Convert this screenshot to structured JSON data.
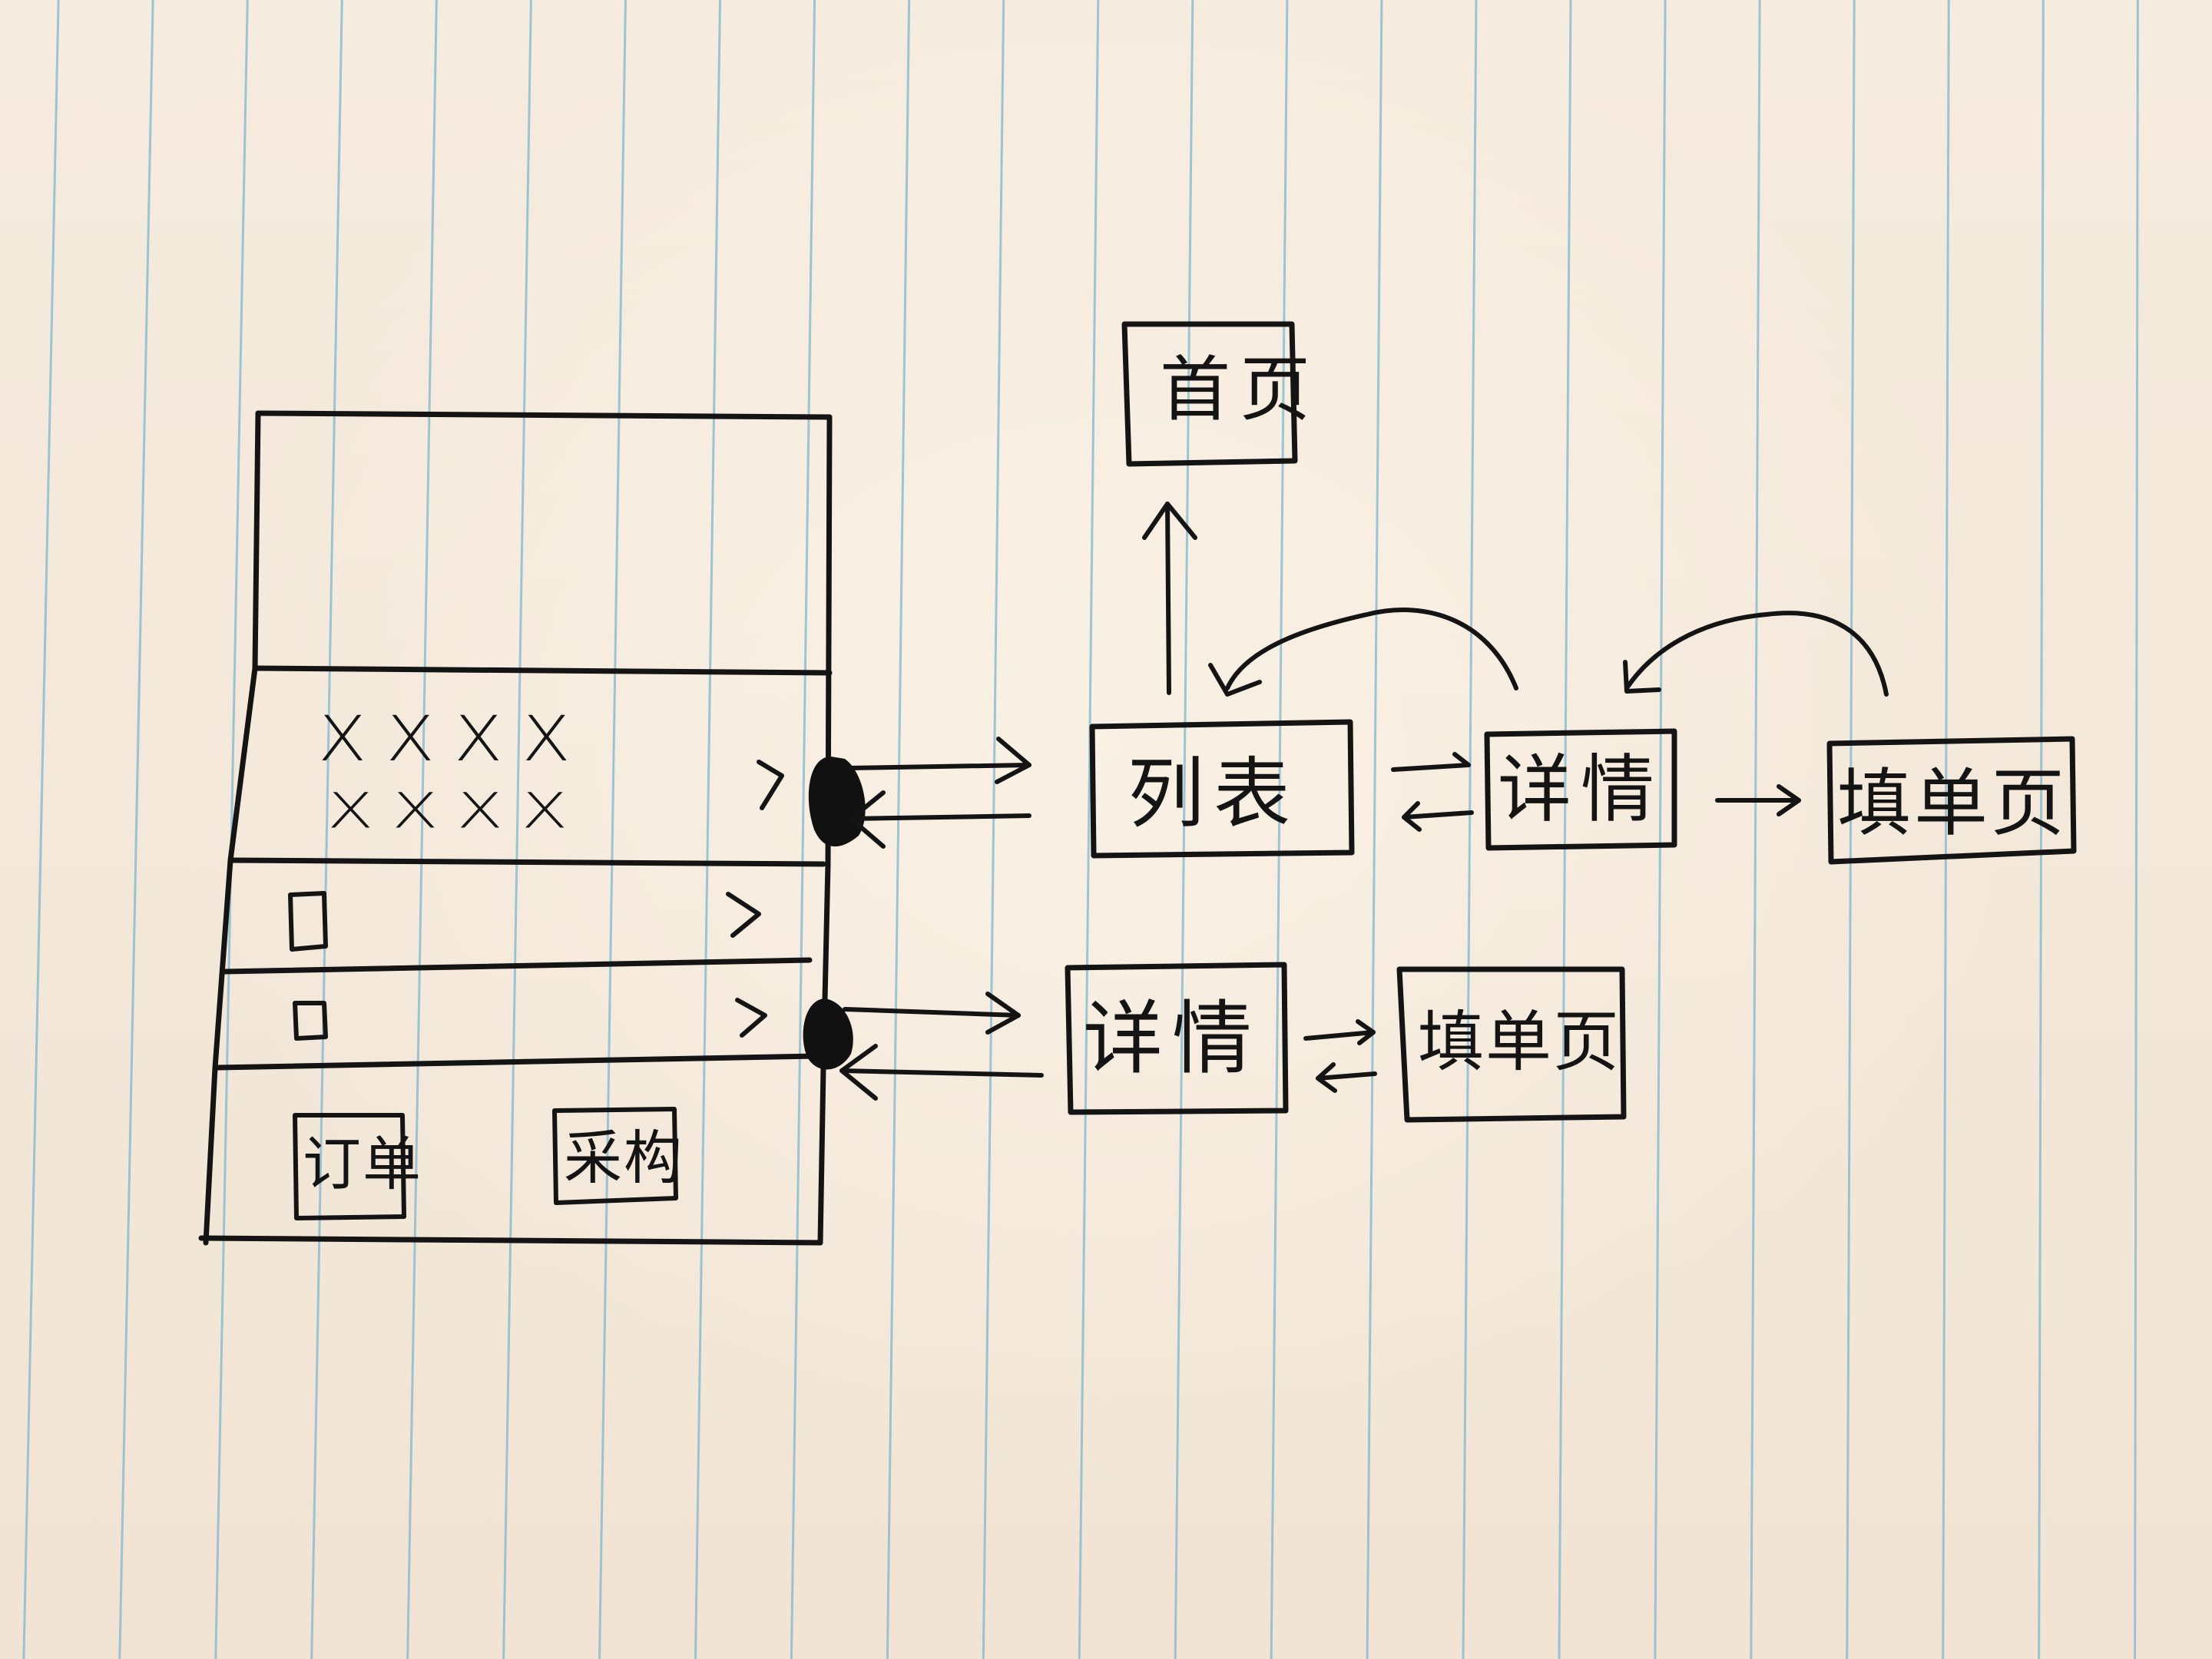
{
  "wireframe": {
    "list_item_marks_row1": "XXXX",
    "list_item_marks_row2": "XXXX",
    "row_checkbox_glyph": "口",
    "chevron_glyph": ">",
    "tab_orders": "订单",
    "tab_second": "采构"
  },
  "flow": {
    "home": "首页",
    "list": "列表",
    "detail_top": "详情",
    "form_top": "填单页",
    "detail_bottom": "详情",
    "form_bottom": "填单页"
  },
  "colors": {
    "paper": "#f3e8da",
    "ruled_line": "#7fb6cf",
    "ink": "#141414"
  }
}
